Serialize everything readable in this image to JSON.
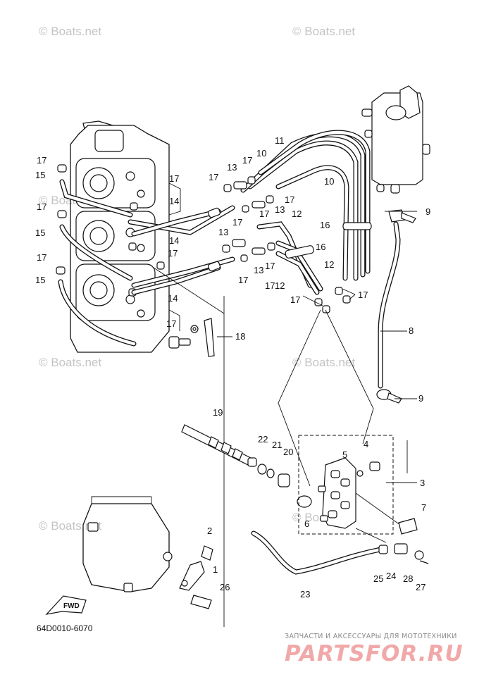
{
  "diagram": {
    "code": "64D0010-6070",
    "fwd_label": "FWD",
    "watermark": "© Boats.net",
    "brand_line": "ЗАПЧАСТИ И АКСЕССУАРЫ ДЛЯ МОТОТЕХНИКИ",
    "brand_logo": "PARTSFOR.RU",
    "callouts": [
      "1",
      "2",
      "3",
      "4",
      "5",
      "6",
      "7",
      "8",
      "9",
      "9",
      "10",
      "10",
      "11",
      "12",
      "12",
      "12",
      "13",
      "13",
      "13",
      "13",
      "14",
      "14",
      "14",
      "15",
      "15",
      "15",
      "16",
      "16",
      "17",
      "17",
      "17",
      "17",
      "17",
      "17",
      "17",
      "17",
      "17",
      "17",
      "17",
      "17",
      "17",
      "17",
      "17",
      "17",
      "18",
      "19",
      "20",
      "21",
      "22",
      "23",
      "24",
      "25",
      "26",
      "27",
      "28"
    ]
  }
}
